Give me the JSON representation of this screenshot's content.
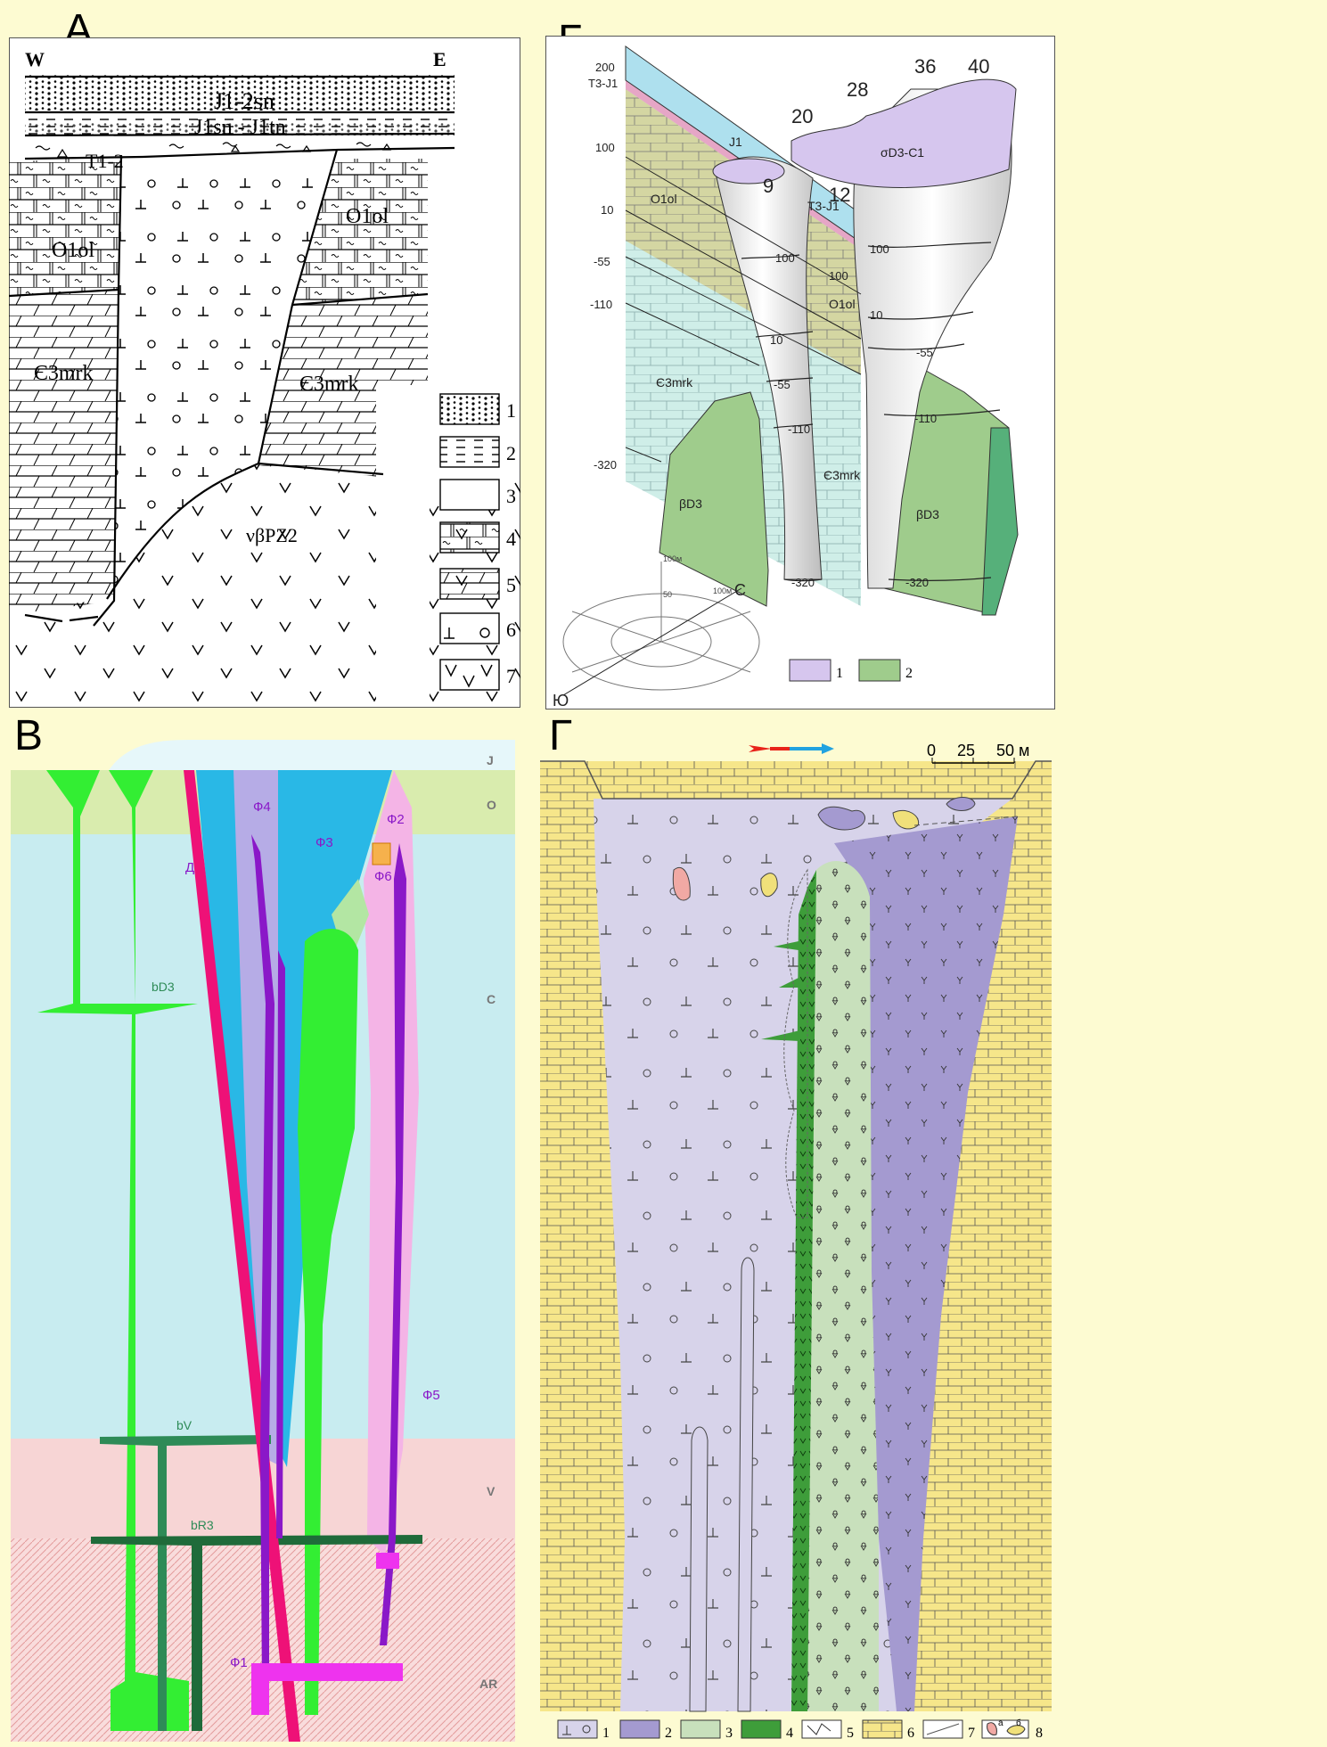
{
  "panels": {
    "a": {
      "letter": "А",
      "west": "W",
      "east": "E",
      "units": {
        "j_sn": "J1-2sn",
        "j_tn": "J1sn - J1tn",
        "t": "T1-2",
        "o_left": "O1ol",
        "o_right": "O1ol",
        "cm_left": "Є3mrk",
        "cm_right": "Є3mrk",
        "pz": "νβPZ2"
      },
      "legend": [
        "1",
        "2",
        "3",
        "4",
        "5",
        "6",
        "7"
      ]
    },
    "b": {
      "letter": "Б",
      "depths_left": [
        "200",
        "100",
        "10",
        "-55",
        "-110",
        "-320"
      ],
      "left_top_unit": "T3-J1",
      "profile_numbers": [
        "20",
        "28",
        "36",
        "40",
        "9",
        "12"
      ],
      "contours": [
        "100",
        "100",
        "100",
        "10",
        "10",
        "-55",
        "-55",
        "-110",
        "-110",
        "-320",
        "-320"
      ],
      "units": {
        "j1": "J1",
        "tj": "T3-J1",
        "o1": "O1ol",
        "o1b": "O1ol",
        "cm": "Є3mrk",
        "cm2": "Є3mrk",
        "bd3": "βD3",
        "bd3b": "βD3",
        "sigma": "σD3-C1"
      },
      "axis": {
        "north": "С",
        "south": "Ю",
        "m100": "100м",
        "m50": "50",
        "m100b": "100м"
      },
      "legend": [
        "1",
        "2"
      ]
    },
    "c": {
      "letter": "В",
      "strata": [
        "J",
        "O",
        "C",
        "V",
        "AR"
      ],
      "bodies": [
        "Ф4",
        "Ф3",
        "Ф2",
        "Ф6",
        "Ф5",
        "Ф1",
        "Д"
      ],
      "dykes": [
        "bD3",
        "bV",
        "bR3"
      ]
    },
    "d": {
      "letter": "Г",
      "scale": {
        "t0": "0",
        "t1": "25",
        "t2": "50 м"
      },
      "legend": [
        "1",
        "2",
        "3",
        "4",
        "5",
        "6",
        "7",
        "8"
      ],
      "legend_sub": {
        "a": "а",
        "b": "б"
      }
    }
  },
  "colors": {
    "background": "#fdfbd2",
    "lilac": "#d7d3ea",
    "violet": "#a49ad0",
    "pale_green": "#c8e0bc",
    "green": "#3e9d3a",
    "yellow": "#f6e68a",
    "cyan": "#c8ecf0",
    "bright_green": "#33ee33",
    "pink": "#f7d5d5",
    "purple": "#8a18c8",
    "blue": "#29b8e6",
    "magenta": "#e818d8"
  }
}
